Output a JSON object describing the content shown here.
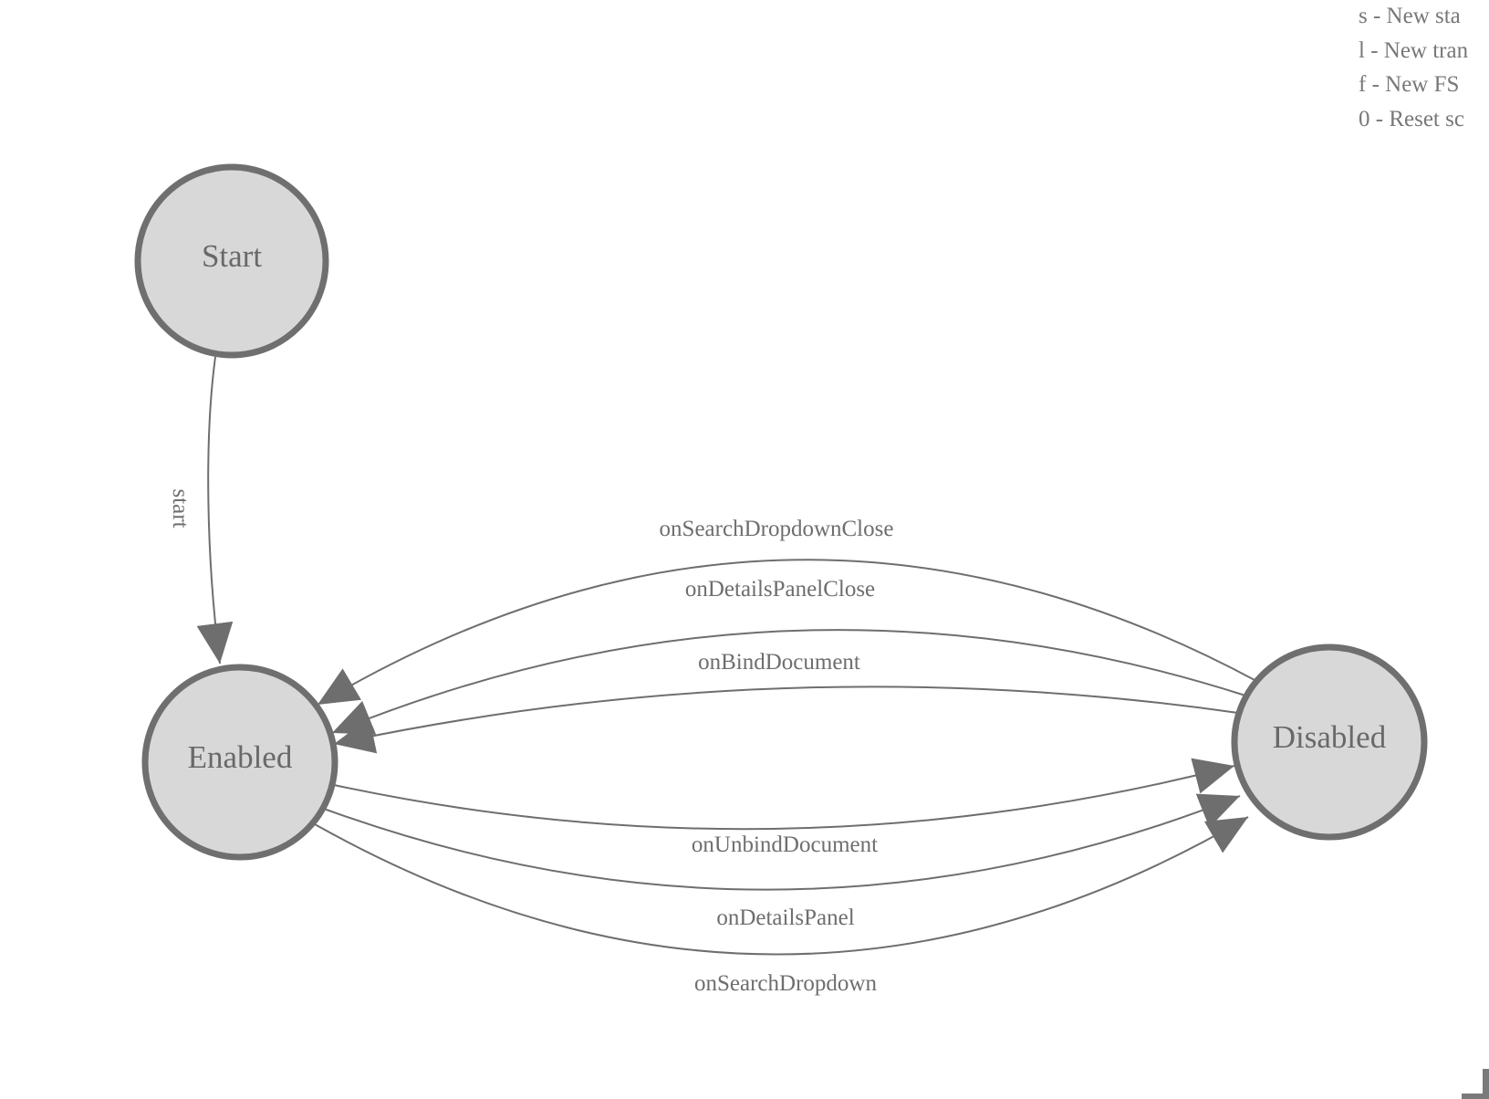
{
  "legend": {
    "lines": [
      "s - New sta",
      "l - New tran",
      "f - New FS",
      "0 - Reset sc"
    ]
  },
  "diagram": {
    "nodes": [
      {
        "id": "start",
        "label": "Start"
      },
      {
        "id": "enabled",
        "label": "Enabled"
      },
      {
        "id": "disabled",
        "label": "Disabled"
      }
    ],
    "edges": [
      {
        "from": "start",
        "to": "enabled",
        "label": "start"
      },
      {
        "from": "disabled",
        "to": "enabled",
        "label": "onSearchDropdownClose"
      },
      {
        "from": "disabled",
        "to": "enabled",
        "label": "onDetailsPanelClose"
      },
      {
        "from": "disabled",
        "to": "enabled",
        "label": "onBindDocument"
      },
      {
        "from": "enabled",
        "to": "disabled",
        "label": "onUnbindDocument"
      },
      {
        "from": "enabled",
        "to": "disabled",
        "label": "onDetailsPanel"
      },
      {
        "from": "enabled",
        "to": "disabled",
        "label": "onSearchDropdown"
      }
    ]
  },
  "icons": {
    "canvas_corner": "frame-corner"
  },
  "colors": {
    "background": "#ffffff",
    "node_fill": "#d8d8d8",
    "node_stroke": "#6f6f6f",
    "edge_stroke": "#6e6e6e",
    "node_text": "#696969",
    "edge_text": "#6e6e6e",
    "legend_text": "#787878",
    "corner_mark": "#7a7a7a"
  }
}
